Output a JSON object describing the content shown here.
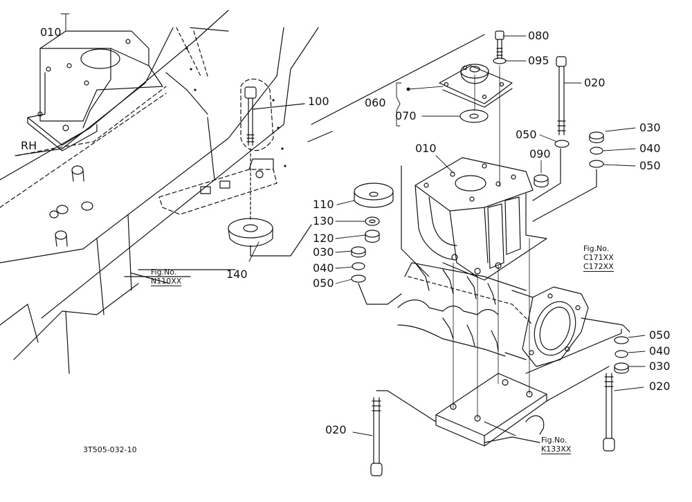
{
  "side_label": "RH",
  "drawing_number": "3T505-032-10",
  "parts": {
    "p010_inset": "010",
    "p010": "010",
    "p020_top": "020",
    "p020_right": "020",
    "p020_left": "020",
    "p030_top": "030",
    "p030_left": "030",
    "p030_right": "030",
    "p040_top": "040",
    "p040_left": "040",
    "p040_right": "040",
    "p050_top": "050",
    "p050_mid": "050",
    "p050_left": "050",
    "p050_right": "050",
    "p060": "060",
    "p070": "070",
    "p080": "080",
    "p090": "090",
    "p095": "095",
    "p100": "100",
    "p110": "110",
    "p120": "120",
    "p130": "130",
    "p140": "140"
  },
  "refs": {
    "n110": {
      "fig": "Fig.No.",
      "code": "N110XX"
    },
    "c171": {
      "fig": "Fig.No.",
      "code1": "C171XX",
      "code2": "C172XX"
    },
    "k133": {
      "fig": "Fig.No.",
      "code": "K133XX"
    }
  }
}
